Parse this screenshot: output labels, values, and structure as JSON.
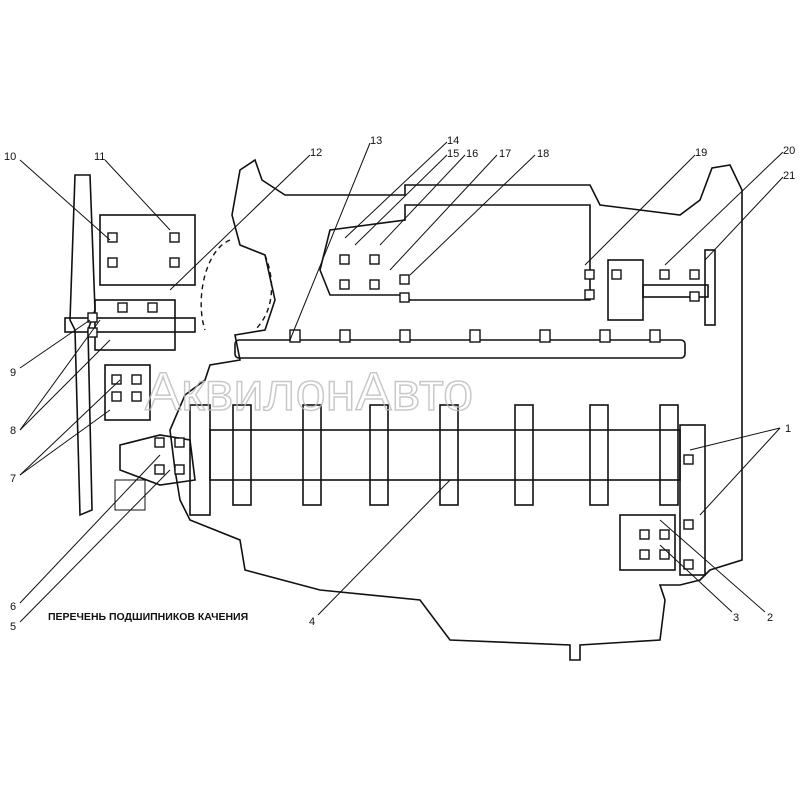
{
  "title": "ПЕРЕЧЕНЬ ПОДШИПНИКОВ КАЧЕНИЯ",
  "watermark": "АквилонАвто",
  "callouts": [
    "1",
    "2",
    "3",
    "4",
    "5",
    "6",
    "7",
    "8",
    "9",
    "10",
    "11",
    "12",
    "13",
    "14",
    "15",
    "16",
    "17",
    "18",
    "19",
    "20",
    "21"
  ]
}
